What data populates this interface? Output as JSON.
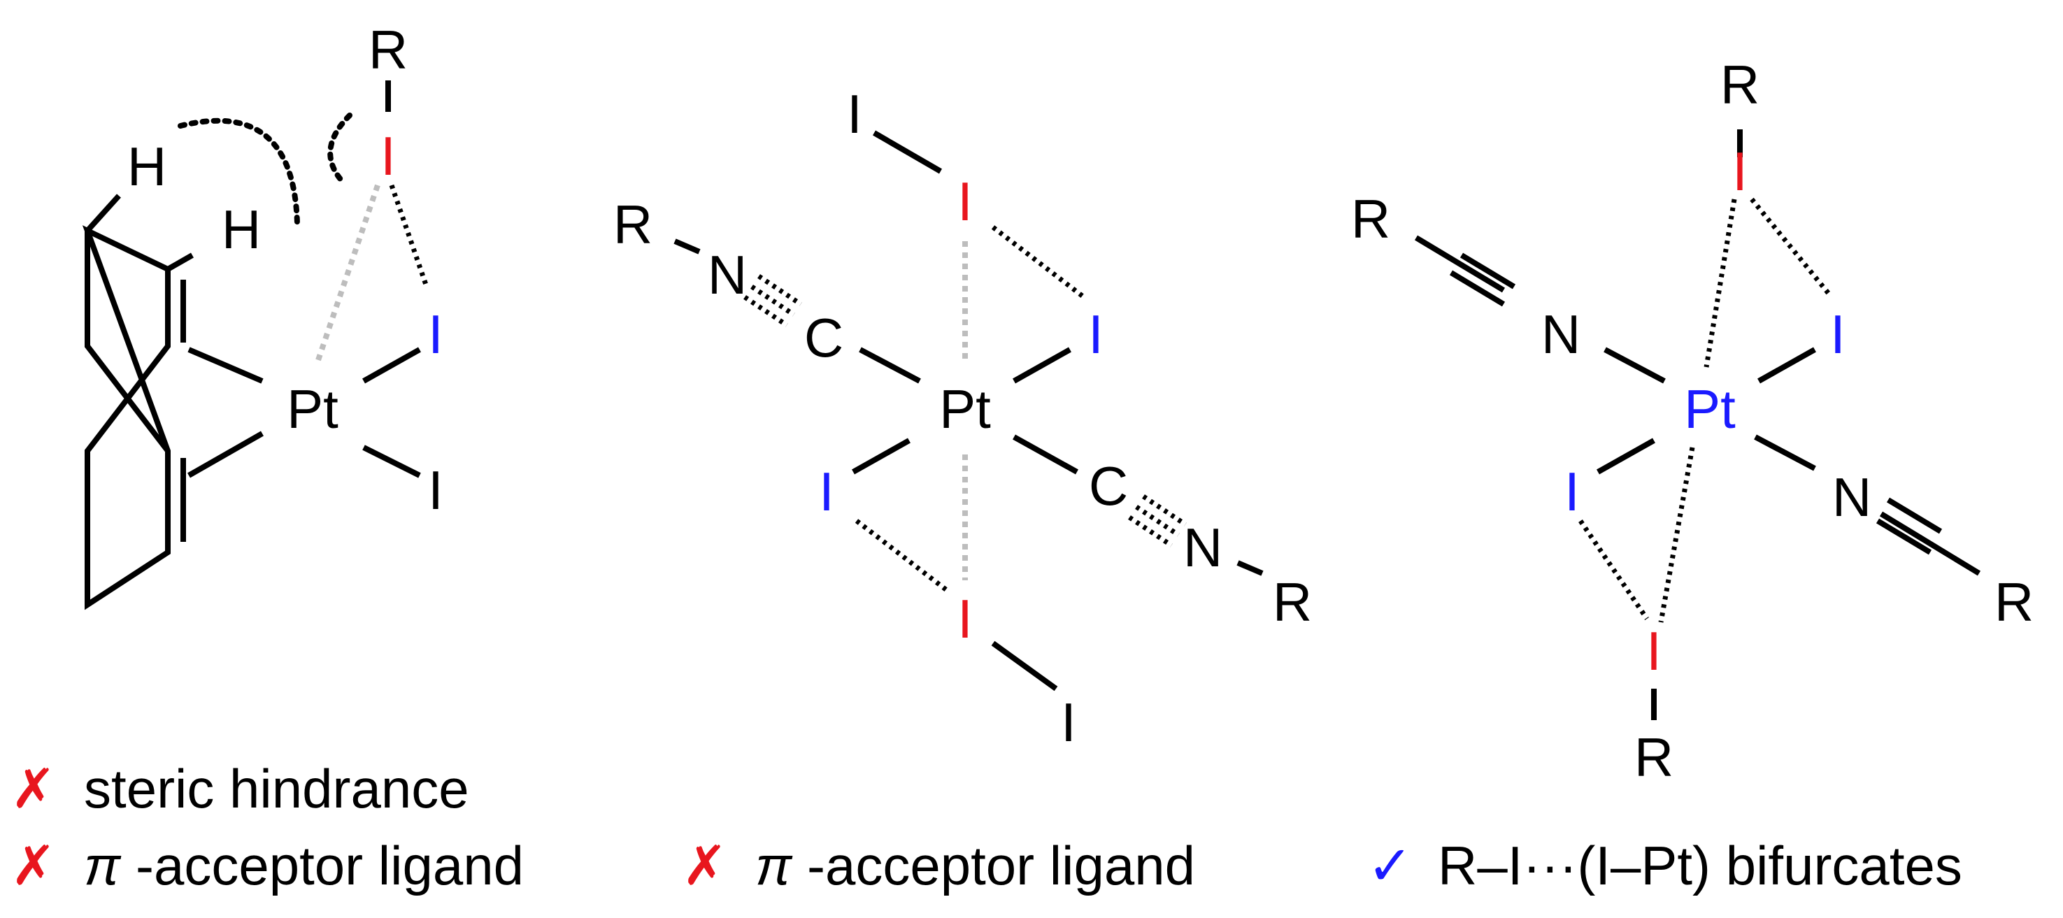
{
  "colors": {
    "black": "#000000",
    "red": "#e8161e",
    "blue": "#1a1aff",
    "grey_contact": "#bdbdbd"
  },
  "structure_left": {
    "atoms": {
      "r": "R",
      "h1": "H",
      "h2": "H",
      "pt": "Pt",
      "i_blue": "I",
      "i_black": "I"
    }
  },
  "structure_middle": {
    "atoms": {
      "i_top": "I",
      "r_left": "R",
      "n_left": "N",
      "c_left": "C",
      "i_blue_top": "I",
      "pt": "Pt",
      "i_blue_bottom": "I",
      "c_right": "C",
      "n_right": "N",
      "r_right": "R",
      "i_bottom": "I"
    }
  },
  "structure_right": {
    "atoms": {
      "r_top": "R",
      "r_left": "R",
      "n_left": "N",
      "i_blue_top": "I",
      "pt": "Pt",
      "i_blue_bottom": "I",
      "n_right": "N",
      "r_right": "R",
      "r_bottom": "R"
    }
  },
  "captions": {
    "left_1": {
      "mark": "✗",
      "text": "steric hindrance"
    },
    "left_2": {
      "mark": "✗",
      "prefix": "π",
      "text": "-acceptor ligand"
    },
    "middle": {
      "mark": "✗",
      "prefix": "π",
      "text": "-acceptor ligand"
    },
    "right": {
      "mark": "✓",
      "text": "R–I···(I–Pt) bifurcates"
    }
  }
}
